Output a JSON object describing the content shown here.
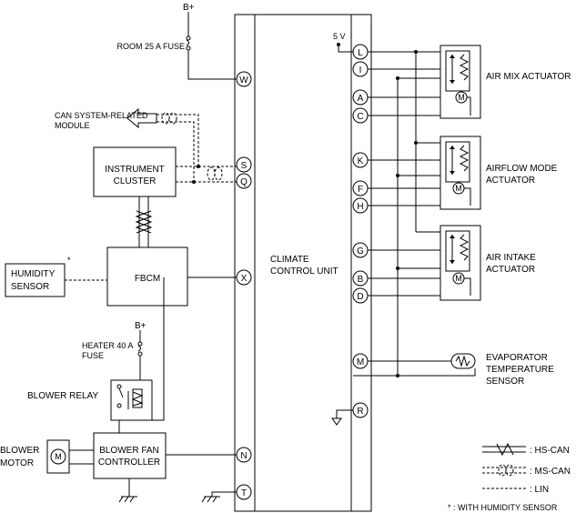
{
  "labels": {
    "b_plus_top": "B+",
    "room_fuse": "ROOM 25 A FUSE",
    "can_module_1": "CAN SYSTEM-RELATED",
    "can_module_2": "MODULE",
    "instrument_cluster_1": "INSTRUMENT",
    "instrument_cluster_2": "CLUSTER",
    "humidity_sensor_1": "HUMIDITY",
    "humidity_sensor_2": "SENSOR",
    "humidity_star": "*",
    "fbcm": "FBCM",
    "b_plus_heater": "B+",
    "heater_fuse_1": "HEATER 40 A",
    "heater_fuse_2": "FUSE",
    "blower_relay": "BLOWER RELAY",
    "blower_motor_1": "BLOWER",
    "blower_motor_2": "MOTOR",
    "blower_fan_controller_1": "BLOWER FAN",
    "blower_fan_controller_2": "CONTROLLER",
    "ccu_1": "CLIMATE",
    "ccu_2": "CONTROL UNIT",
    "five_v": "5 V",
    "air_mix": "AIR MIX ACTUATOR",
    "airflow_mode_1": "AIRFLOW MODE",
    "airflow_mode_2": "ACTUATOR",
    "air_intake_1": "AIR INTAKE",
    "air_intake_2": "ACTUATOR",
    "evap_1": "EVAPORATOR",
    "evap_2": "TEMPERATURE",
    "evap_3": "SENSOR",
    "motor_symbol": "M"
  },
  "pins": {
    "W": "W",
    "S": "S",
    "Q": "Q",
    "X": "X",
    "N": "N",
    "T": "T",
    "L": "L",
    "I": "I",
    "A": "A",
    "C": "C",
    "K": "K",
    "F": "F",
    "H": "H",
    "G": "G",
    "B": "B",
    "D": "D",
    "M": "M",
    "R": "R"
  },
  "legend": {
    "hs_can": ": HS-CAN",
    "ms_can": ": MS-CAN",
    "lin": ": LIN",
    "note": "* : WITH HUMIDITY SENSOR"
  }
}
